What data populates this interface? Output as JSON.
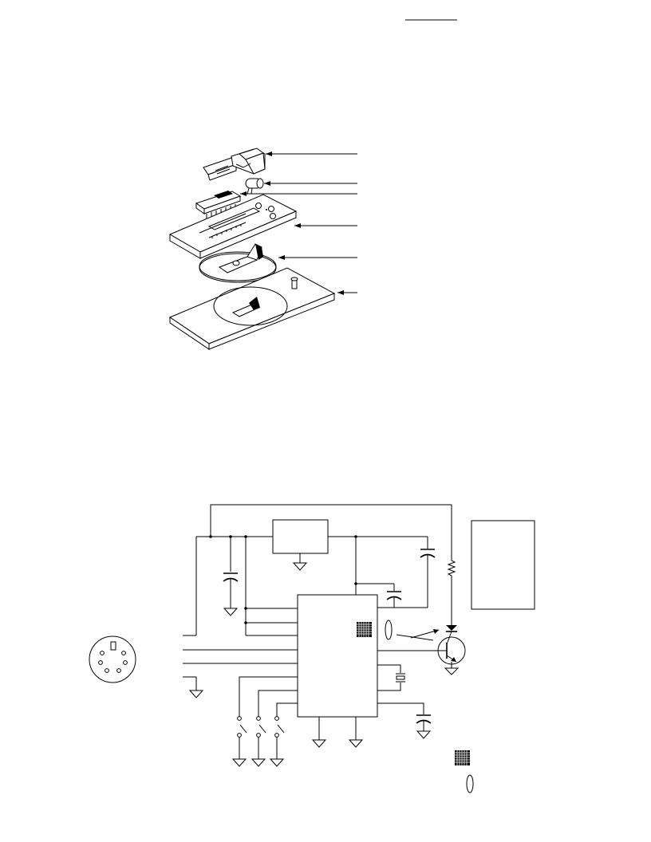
{
  "page": {
    "background": "#ffffff",
    "ink": "#000000"
  },
  "figures": [
    {
      "id": "exploded-assembly",
      "parts": [
        "toggle-switch",
        "led",
        "chip",
        "front-panel",
        "slider-disc",
        "base-board"
      ]
    },
    {
      "id": "schematic",
      "blocks": [
        "regulator",
        "microcontroller",
        "display-module",
        "mini-din-connector"
      ]
    }
  ],
  "icons": {
    "sensor": "photo-sensor-grid-icon",
    "led": "ellipse-led-icon",
    "ground": "ground-icon",
    "capacitor": "capacitor-icon",
    "resistor": "resistor-icon",
    "diode": "diode-icon",
    "transistor": "npn-transistor-icon",
    "crystal": "crystal-icon",
    "switch": "pushbutton-switch-icon"
  }
}
